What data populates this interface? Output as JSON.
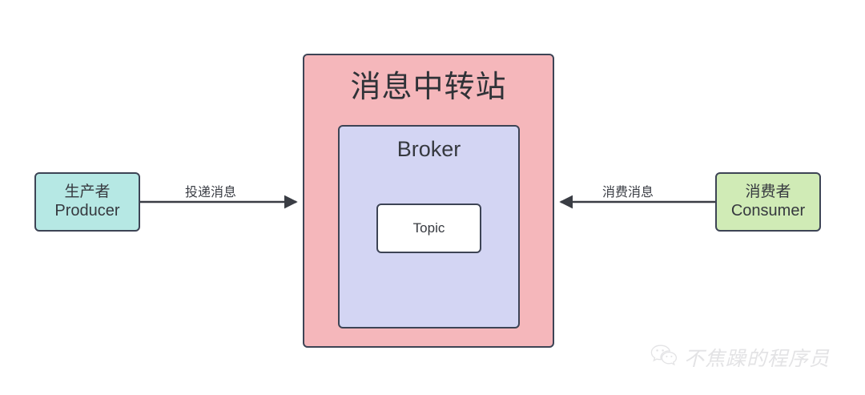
{
  "diagram": {
    "title_cn": "消息中转站",
    "nodes": {
      "producer": {
        "cn": "生产者",
        "en": "Producer",
        "fill": "#b6e8e4",
        "stroke": "#3d4455"
      },
      "consumer": {
        "cn": "消费者",
        "en": "Consumer",
        "fill": "#d0ebb6",
        "stroke": "#3d4455"
      },
      "station": {
        "label": "消息中转站",
        "fill": "#f5b7bb",
        "stroke": "#3d4455"
      },
      "broker": {
        "label": "Broker",
        "fill": "#d3d5f3",
        "stroke": "#3d4455"
      },
      "topic": {
        "label": "Topic",
        "fill": "#ffffff",
        "stroke": "#3d4455"
      }
    },
    "edges": [
      {
        "id": "deliver",
        "label": "投递消息",
        "from": "producer",
        "to": "station",
        "direction": "right",
        "color": "#3a3d44"
      },
      {
        "id": "consume",
        "label": "消费消息",
        "from": "consumer",
        "to": "station",
        "direction": "left",
        "color": "#3a3d44"
      }
    ]
  },
  "watermark": {
    "icon": "wechat-icon",
    "text": "不焦躁的程序员",
    "color": "#e3e3e5"
  }
}
